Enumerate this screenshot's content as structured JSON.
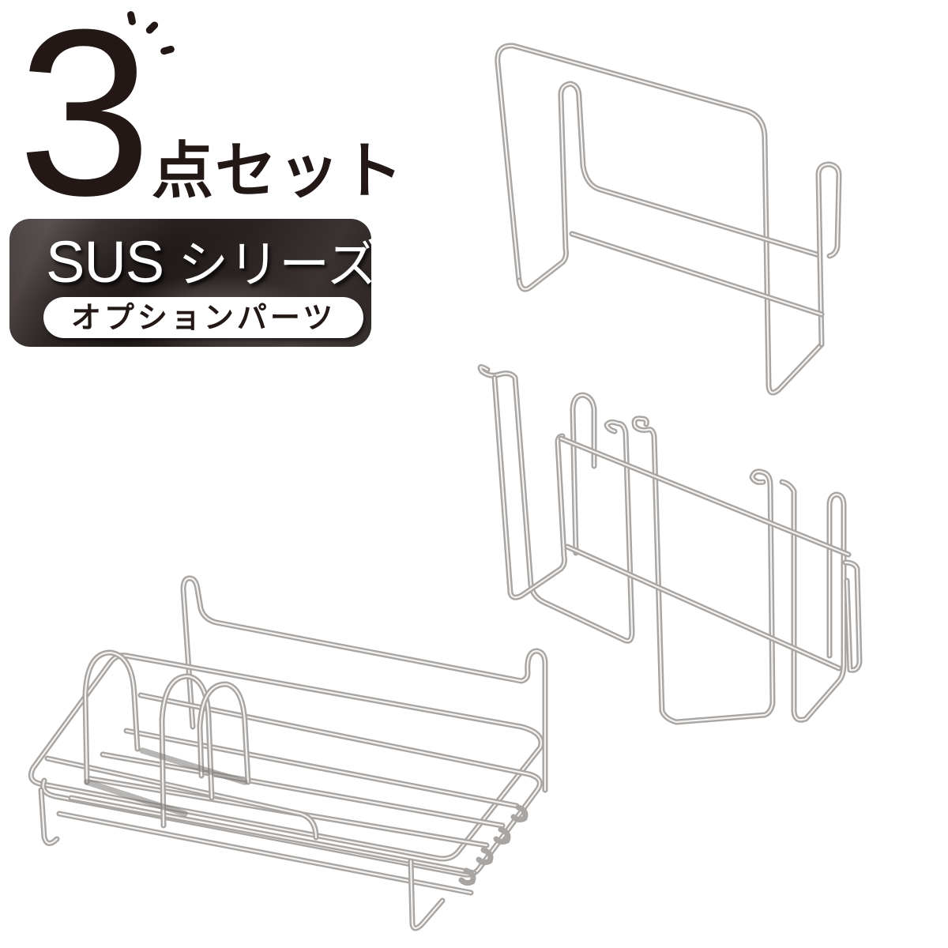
{
  "headline": {
    "count": "3",
    "suffix": "点セット"
  },
  "badge": {
    "series_latin": "SUS",
    "series_jp": "シリーズ",
    "subtitle": "オプションパーツ"
  },
  "colors": {
    "text": "#231815",
    "badge_bg": "#2a2322",
    "pill_bg": "#ffffff",
    "wire": "#a9a5a2",
    "background": "#ffffff"
  },
  "products": [
    {
      "name": "cutting-board-stand",
      "icon": "wire-board-stand"
    },
    {
      "name": "hanging-lid-holder",
      "icon": "wire-hook-rack"
    },
    {
      "name": "hanging-wire-basket-with-dividers",
      "icon": "wire-basket"
    }
  ]
}
